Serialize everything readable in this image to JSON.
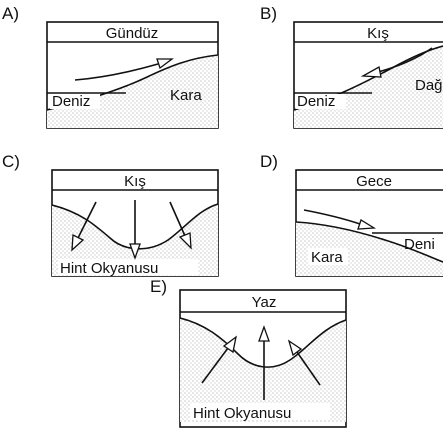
{
  "colors": {
    "ink": "#111111",
    "paper": "#ffffff",
    "stipple": "#8a8a8a"
  },
  "panels": [
    {
      "letter": "A)",
      "title": "Gündüz",
      "labels": [
        "Deniz",
        "Kara"
      ]
    },
    {
      "letter": "B)",
      "title": "Kış",
      "labels": [
        "Deniz",
        "Dağ"
      ]
    },
    {
      "letter": "C)",
      "title": "Kış",
      "labels": [
        "Hint Okyanusu"
      ]
    },
    {
      "letter": "D)",
      "title": "Gece",
      "labels": [
        "Kara",
        "Deni"
      ]
    },
    {
      "letter": "E)",
      "title": "Yaz",
      "labels": [
        "Hint Okyanusu"
      ]
    }
  ]
}
